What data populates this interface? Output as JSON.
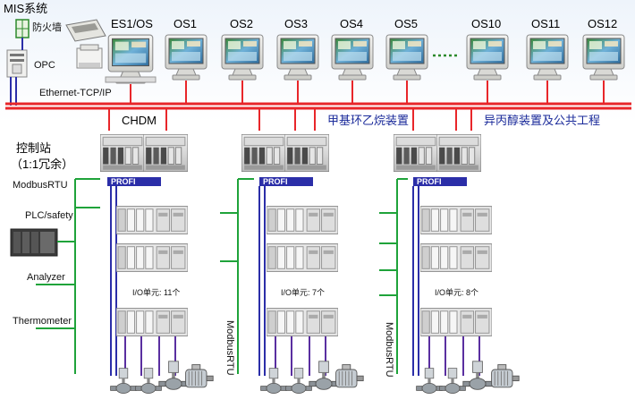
{
  "header": {
    "mis_label": "MIS系统",
    "firewall_label": "防火墙",
    "opc_label": "OPC",
    "ethernet_label": "Ethernet-TCP/IP"
  },
  "operator_stations": [
    "ES1/OS",
    "OS1",
    "OS2",
    "OS3",
    "OS4",
    "OS5",
    "OS10",
    "OS11",
    "OS12"
  ],
  "bus": {
    "chdm_label": "CHDM",
    "area2_label": "甲基环乙烷装置",
    "area3_label": "异丙醇装置及公共工程"
  },
  "left_side": {
    "controller_label": "控制站",
    "redundancy_label": "（1:1冗余）",
    "modbus_label": "ModbusRTU",
    "plc_label": "PLC/safety",
    "analyzer_label": "Analyzer",
    "thermometer_label": "Thermometer"
  },
  "profibus_text": "PROFI",
  "groups": [
    {
      "io_label": "I/O单元: 11个"
    },
    {
      "io_label": "I/O单元: 7个",
      "modbus_label": "ModbusRTU"
    },
    {
      "io_label": "I/O单元: 8个",
      "modbus_label": "ModbusRTU"
    }
  ],
  "colors": {
    "bus_red": "#e8262a",
    "modbus_green": "#1fa33a",
    "profibus_blue": "#2b2ea8",
    "area_text_blue": "#1a2a9a"
  }
}
